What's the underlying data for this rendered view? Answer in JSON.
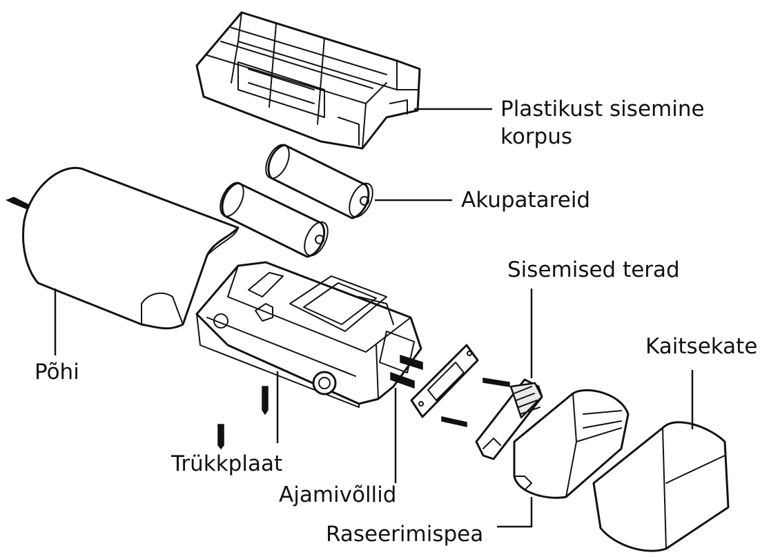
{
  "labels": {
    "inner_case_line1": "Plastikust sisemine",
    "inner_case_line2": "korpus",
    "batteries": "Akupatareid",
    "inner_blades": "Sisemised terad",
    "protective_cover": "Kaitsekate",
    "base": "Põhi",
    "circuit_board": "Trükkplaat",
    "drive_shafts": "Ajamivõllid",
    "shaving_head": "Raseerimispea"
  },
  "colors": {
    "line": "#111111",
    "background": "#ffffff"
  }
}
